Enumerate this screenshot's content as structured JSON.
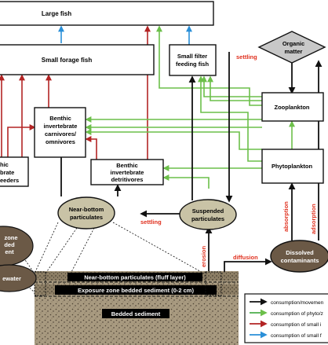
{
  "nodes": {
    "large_fish": "Large fish",
    "small_forage_fish": "Small forage fish",
    "small_filter_feeding_fish": [
      "Small filter",
      "feeding fish"
    ],
    "organic_matter": [
      "Organic",
      "matter"
    ],
    "zooplankton": "Zooplankton",
    "phytoplankton": "Phytoplankton",
    "benthic_carnivores": [
      "Benthic",
      "invertebrate",
      "carnivores/",
      "omnivores"
    ],
    "benthic_detritivores": [
      "Benthic",
      "invertebrate",
      "detritivores"
    ],
    "benthic_filter_feeders_partial": [
      "hic",
      "brate",
      "eeders"
    ],
    "near_bottom_particulates": [
      "Near-bottom",
      "particulates"
    ],
    "suspended_particulates": [
      "Suspended",
      "particulates"
    ],
    "dissolved_contaminants": [
      "Dissolved",
      "contaminants"
    ],
    "left_zone_partial": [
      "zone",
      "ded",
      "ent"
    ],
    "porewater_partial": "ewater"
  },
  "process_labels": {
    "settling_top": "settling",
    "settling_bottom": "settling",
    "erosion": "erosion",
    "diffusion": "diffusion",
    "absorption": "absorption",
    "adsorption": "adsorption"
  },
  "sediment_layers": {
    "fluff": "Near-bottom particulates (fluff layer)",
    "exposure": "Exposure zone bedded sediment (0-2 cm)",
    "bedded": "Bedded sediment"
  },
  "legend": [
    {
      "label": "consumption/movemen",
      "color": "#111111"
    },
    {
      "label": "consumption of phyto/z",
      "color": "#4cae4c"
    },
    {
      "label": "consumption of small i",
      "color": "#b32424"
    },
    {
      "label": "consumption of small f",
      "color": "#2a8fd8"
    }
  ],
  "colors": {
    "black": "#111111",
    "green": "#6cbf4a",
    "red": "#b32424",
    "blue": "#2a8fd8",
    "process_red": "#e0301e",
    "ellipse_fill": "#c9c3a6",
    "brown_fill": "#6b5946",
    "diamond_fill": "#c8c8c8",
    "sediment_fill": "#a89a80"
  }
}
